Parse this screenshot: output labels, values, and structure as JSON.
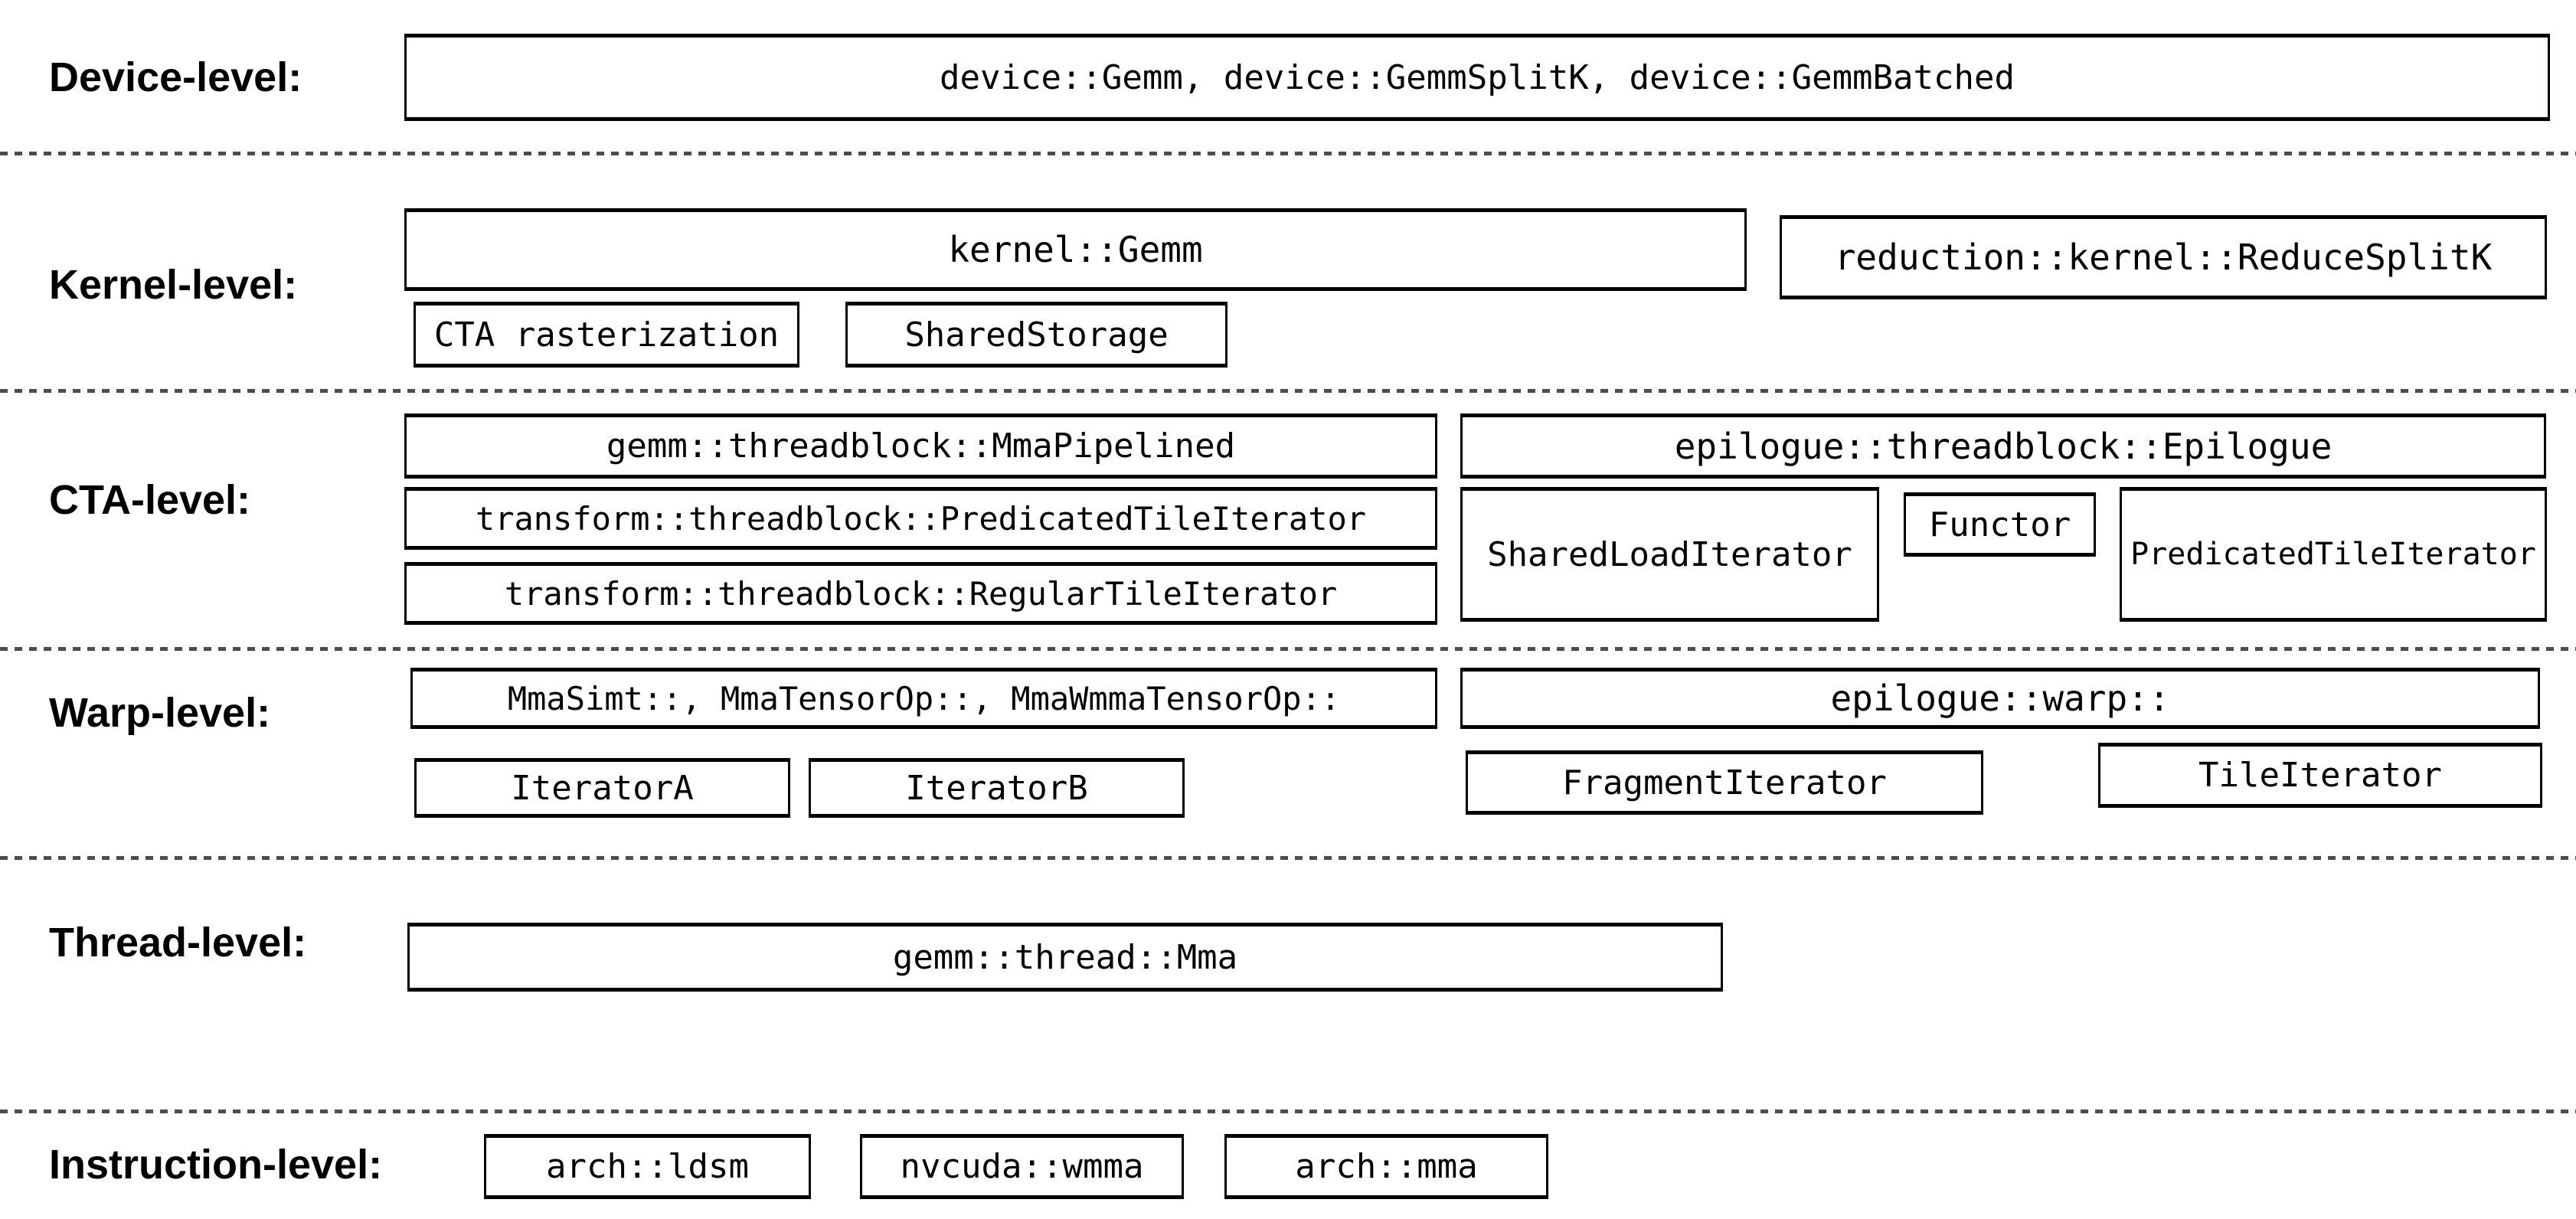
{
  "colors": {
    "background": "#ffffff",
    "box_border": "#000000",
    "text": "#000000",
    "dashed_separator": "#4d4d4d"
  },
  "rows": {
    "device": {
      "label": "Device-level:",
      "boxes": {
        "main": "device::Gemm, device::GemmSplitK, device::GemmBatched"
      }
    },
    "kernel": {
      "label": "Kernel-level:",
      "boxes": {
        "kernel_gemm": "kernel::Gemm",
        "reduce_split_k": "reduction::kernel::ReduceSplitK",
        "cta_rasterization": "CTA rasterization",
        "shared_storage": "SharedStorage"
      }
    },
    "cta": {
      "label": "CTA-level:",
      "boxes": {
        "mma_pipelined": "gemm::threadblock::MmaPipelined",
        "predicated_tile_iterator": "transform::threadblock::PredicatedTileIterator",
        "regular_tile_iterator": "transform::threadblock::RegularTileIterator",
        "epilogue": "epilogue::threadblock::Epilogue",
        "shared_load_iterator": "SharedLoadIterator",
        "functor": "Functor",
        "epilogue_predicated_tile_iterator": "PredicatedTileIterator"
      }
    },
    "warp": {
      "label": "Warp-level:",
      "boxes": {
        "mma_variants": "MmaSimt::, MmaTensorOp::, MmaWmmaTensorOp::",
        "iterator_a": "IteratorA",
        "iterator_b": "IteratorB",
        "epilogue_warp": "epilogue::warp::",
        "fragment_iterator": "FragmentIterator",
        "tile_iterator": "TileIterator"
      }
    },
    "thread": {
      "label": "Thread-level:",
      "boxes": {
        "mma": "gemm::thread::Mma"
      }
    },
    "instruction": {
      "label": "Instruction-level:",
      "boxes": {
        "arch_ldsm": "arch::ldsm",
        "nvcuda_wmma": "nvcuda::wmma",
        "arch_mma": "arch::mma"
      }
    }
  }
}
